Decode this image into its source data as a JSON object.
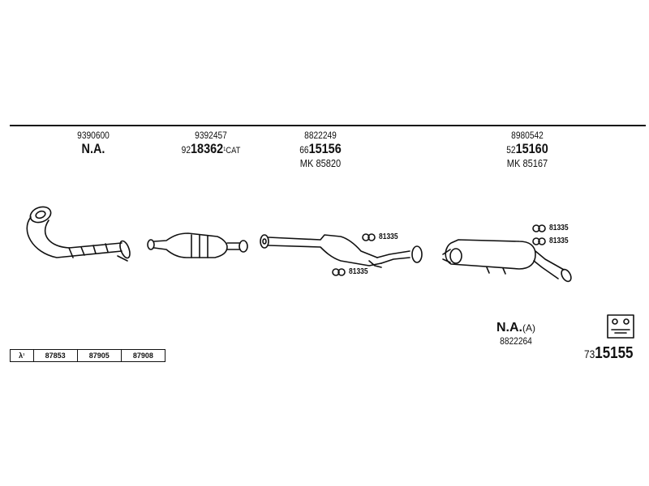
{
  "columns": [
    {
      "ref": "9390600",
      "main": "N.A.",
      "mk": ""
    },
    {
      "ref": "9392457",
      "main_prefix": "92",
      "main_big": "18362",
      "main_suffix": "CAT",
      "mk": ""
    },
    {
      "ref": "8822249",
      "main_prefix": "66",
      "main_big": "15156",
      "mk": "MK  85820"
    },
    {
      "ref": "8980542",
      "main_prefix": "52",
      "main_big": "15160",
      "mk": "MK  85167"
    }
  ],
  "clamps": [
    "81335",
    "81335",
    "81335",
    "81335"
  ],
  "bottom_na": {
    "main": "N.A.",
    "suffix": "(A)",
    "ref": "8822264"
  },
  "lambda": {
    "symbol": "λ",
    "cells": [
      "87853",
      "87905",
      "87908"
    ]
  },
  "assembly_code": {
    "prefix": "73",
    "big": "15155"
  }
}
